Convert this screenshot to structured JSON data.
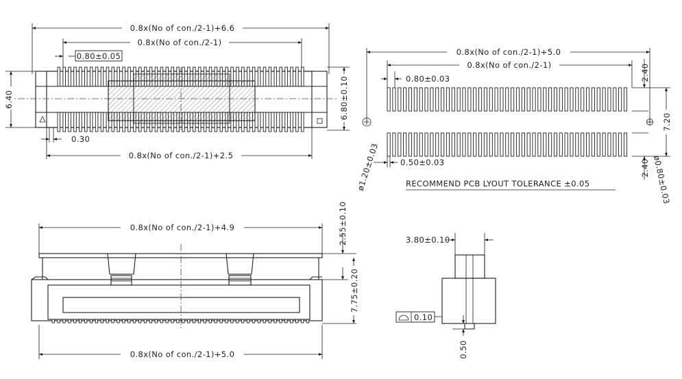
{
  "top_view": {
    "overall_length": "0.8x(No of con./2-1)+6.6",
    "pin_span": "0.8x(No of con./2-1)",
    "pitch": "0.80±0.05",
    "height": "6.40",
    "width_right": "6.80±0.10",
    "pin_width": "0.30",
    "body_length": "0.8x(No of con./2-1)+2.5"
  },
  "pcb_layout": {
    "overall_length": "0.8x(No of con./2-1)+5.0",
    "pad_span": "0.8x(No of con./2-1)",
    "pitch": "0.80±0.03",
    "pad_length_top": "2.40",
    "row_distance": "7.20",
    "pad_length_bottom": "2.40",
    "pad_width": "0.50±0.03",
    "hole_left": "ø1.20±0.03",
    "hole_right": "ø0.80±0.03",
    "tolerance_note": "RECOMMEND PCB LYOUT TOLERANCE ±0.05"
  },
  "front_view": {
    "top_length": "0.8x(No of con./2-1)+4.9",
    "bottom_length": "0.8x(No of con./2-1)+5.0",
    "upper_height": "2.55±0.10",
    "total_height": "7.75±0.20"
  },
  "side_view": {
    "width": "3.80±0.10",
    "flatness_value": "0.10",
    "foot_height": "0.50"
  }
}
